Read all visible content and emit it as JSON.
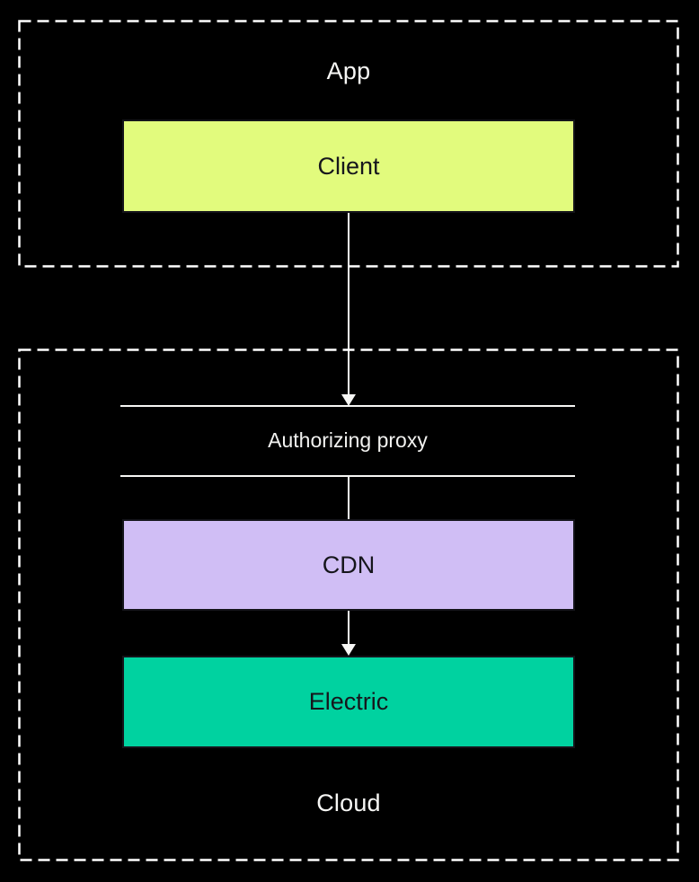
{
  "diagram": {
    "groups": {
      "app": {
        "label": "App"
      },
      "cloud": {
        "label": "Cloud"
      }
    },
    "nodes": {
      "client": {
        "label": "Client",
        "fill": "#E2FB7D"
      },
      "proxy": {
        "label": "Authorizing proxy"
      },
      "cdn": {
        "label": "CDN",
        "fill": "#D0BEF5"
      },
      "electric": {
        "label": "Electric",
        "fill": "#00D2A0"
      }
    },
    "edges": [
      {
        "from": "Client",
        "to": "Authorizing proxy",
        "arrow": true
      },
      {
        "from": "Authorizing proxy",
        "to": "CDN",
        "arrow": false
      },
      {
        "from": "CDN",
        "to": "Electric",
        "arrow": true
      }
    ],
    "colors": {
      "background": "#000000",
      "line": "#F7F7F5",
      "group_border": "#FFFFFF",
      "text_light": "#F7F7F5",
      "text_dark": "#16161C"
    }
  }
}
